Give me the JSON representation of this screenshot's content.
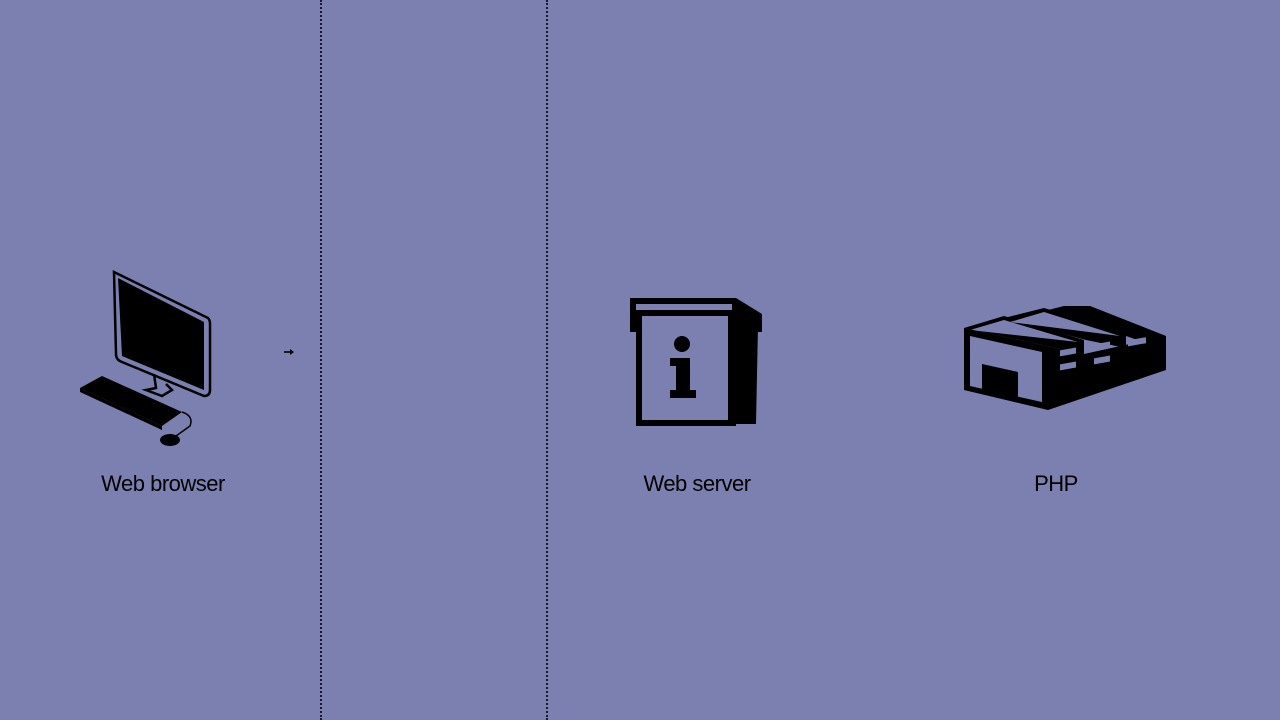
{
  "colors": {
    "background": "#7c80b1",
    "ink": "#000000",
    "divider": "#1a1a2e"
  },
  "nodes": [
    {
      "label": "Web browser",
      "icon": "computer-icon"
    },
    {
      "label": "Web server",
      "icon": "info-kiosk-icon"
    },
    {
      "label": "PHP",
      "icon": "factory-icon"
    }
  ],
  "connector": {
    "icon": "arrow-right-icon"
  }
}
